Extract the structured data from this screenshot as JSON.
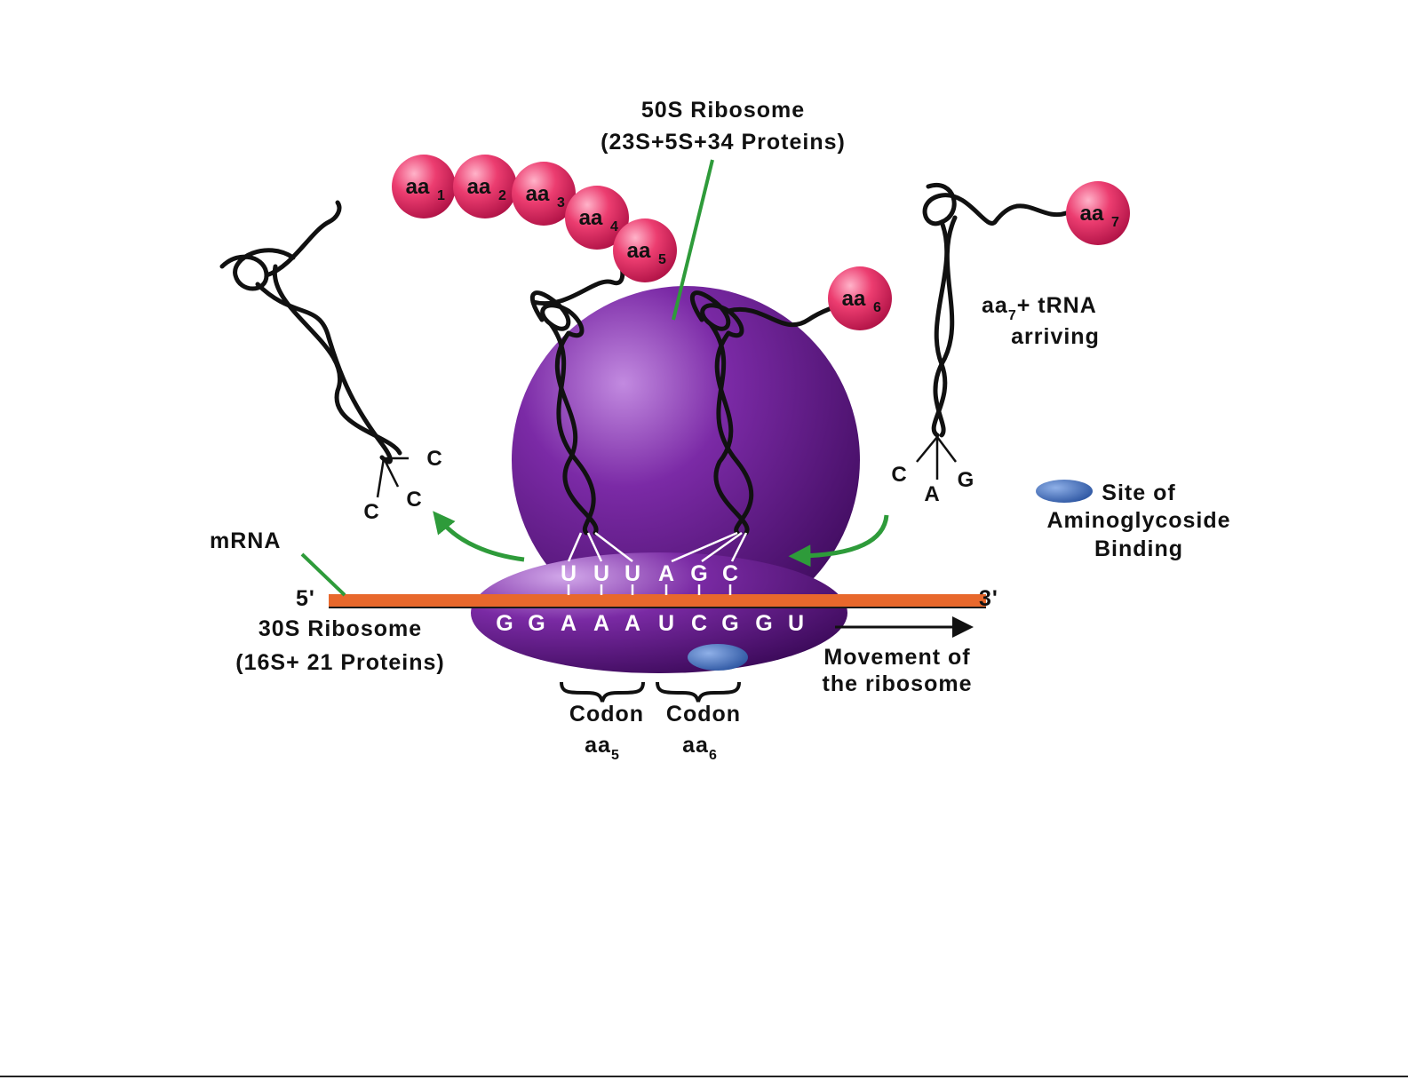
{
  "labels": {
    "ribosome_50s_title": "50S Ribosome",
    "ribosome_50s_detail": "(23S+5S+34 Proteins)",
    "ribosome_30s_title": "30S Ribosome",
    "ribosome_30s_detail": "(16S+ 21 Proteins)",
    "mrna": "mRNA",
    "five_prime": "5'",
    "three_prime": "3'",
    "arriving_line1_prefix": "aa",
    "arriving_line1_sub": "7",
    "arriving_line1_suffix": "+ tRNA",
    "arriving_line2": "arriving",
    "site_line1": "Site of",
    "site_line2": "Aminoglycoside",
    "site_line3": "Binding",
    "movement_line1": "Movement of",
    "movement_line2": "the ribosome"
  },
  "amino_acids": [
    {
      "text": "aa",
      "sub": "1"
    },
    {
      "text": "aa",
      "sub": "2"
    },
    {
      "text": "aa",
      "sub": "3"
    },
    {
      "text": "aa",
      "sub": "4"
    },
    {
      "text": "aa",
      "sub": "5"
    },
    {
      "text": "aa",
      "sub": "6"
    },
    {
      "text": "aa",
      "sub": "7"
    }
  ],
  "anticodons": [
    "U",
    "U",
    "U",
    "A",
    "G",
    "C"
  ],
  "mrna_sequence": [
    "G",
    "G",
    "A",
    "A",
    "A",
    "U",
    "C",
    "G",
    "G",
    "U"
  ],
  "departing_trna_bases": [
    "C",
    "C",
    "C"
  ],
  "arriving_trna_bases": [
    "C",
    "A",
    "G"
  ],
  "codons": [
    {
      "label": "Codon",
      "aa": "aa",
      "sub": "5"
    },
    {
      "label": "Codon",
      "aa": "aa",
      "sub": "6"
    }
  ],
  "colors": {
    "ribosome": "#5a1580",
    "amino_acid": "#e8336a",
    "mrna_strand": "#e8682c",
    "pointer_green": "#2e9b3a",
    "binding_site": "#2f5fb0"
  }
}
